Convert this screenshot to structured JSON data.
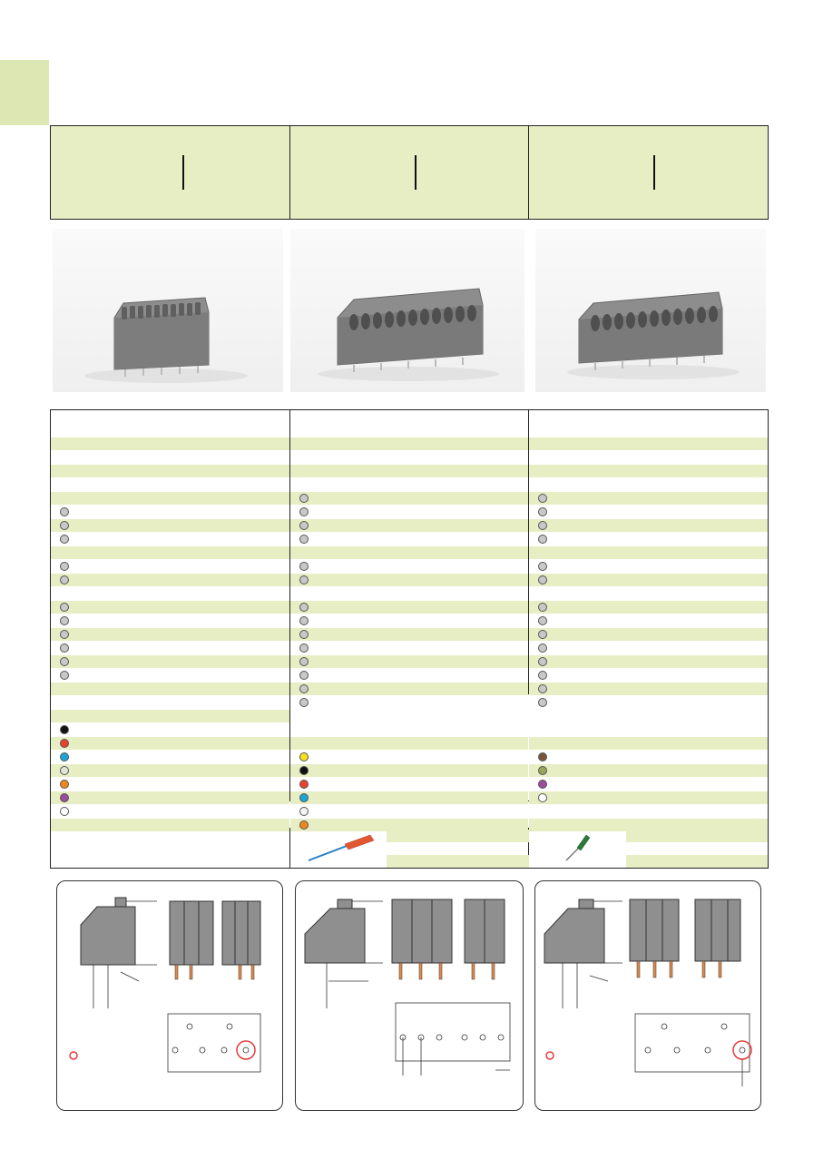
{
  "colors": {
    "accent_green": "#dde7b4",
    "row_green": "#e7eec4",
    "gray_dot": "#c8c8c8",
    "marker_red": "#e63a3a"
  },
  "columns": [
    {
      "gray_dot_rows": [
        5,
        6,
        7,
        9,
        10,
        12,
        13,
        14,
        15,
        16,
        17
      ],
      "color_dots": [
        {
          "row": 21,
          "color": "#111111"
        },
        {
          "row": 22,
          "color": "#e8432d"
        },
        {
          "row": 23,
          "color": "#1aa5d8"
        },
        {
          "row": 24,
          "color": "#dfe6d8"
        },
        {
          "row": 25,
          "color": "#f0871d"
        },
        {
          "row": 26,
          "color": "#9a4d9c"
        },
        {
          "row": 27,
          "color": "#ffffff"
        }
      ]
    },
    {
      "gray_dot_rows": [
        4,
        5,
        6,
        7,
        9,
        10,
        12,
        13,
        14,
        15,
        16,
        17,
        18,
        19
      ],
      "color_dots": [
        {
          "row": 23,
          "color": "#f6e21a"
        },
        {
          "row": 24,
          "color": "#111111"
        },
        {
          "row": 25,
          "color": "#e8432d"
        },
        {
          "row": 26,
          "color": "#1aa5d8"
        },
        {
          "row": 27,
          "color": "#f4f4f4"
        },
        {
          "row": 28,
          "color": "#f0871d"
        }
      ]
    },
    {
      "gray_dot_rows": [
        4,
        5,
        6,
        7,
        9,
        10,
        12,
        13,
        14,
        15,
        16,
        17,
        18,
        19
      ],
      "color_dots": [
        {
          "row": 23,
          "color": "#7a5439"
        },
        {
          "row": 24,
          "color": "#9aa55b"
        },
        {
          "row": 25,
          "color": "#9a4d9c"
        },
        {
          "row": 26,
          "color": "#ffffff"
        }
      ]
    }
  ],
  "tools": [
    {
      "icon": "screwdriver-orange-icon"
    },
    {
      "icon": "screwdriver-green-icon"
    }
  ]
}
